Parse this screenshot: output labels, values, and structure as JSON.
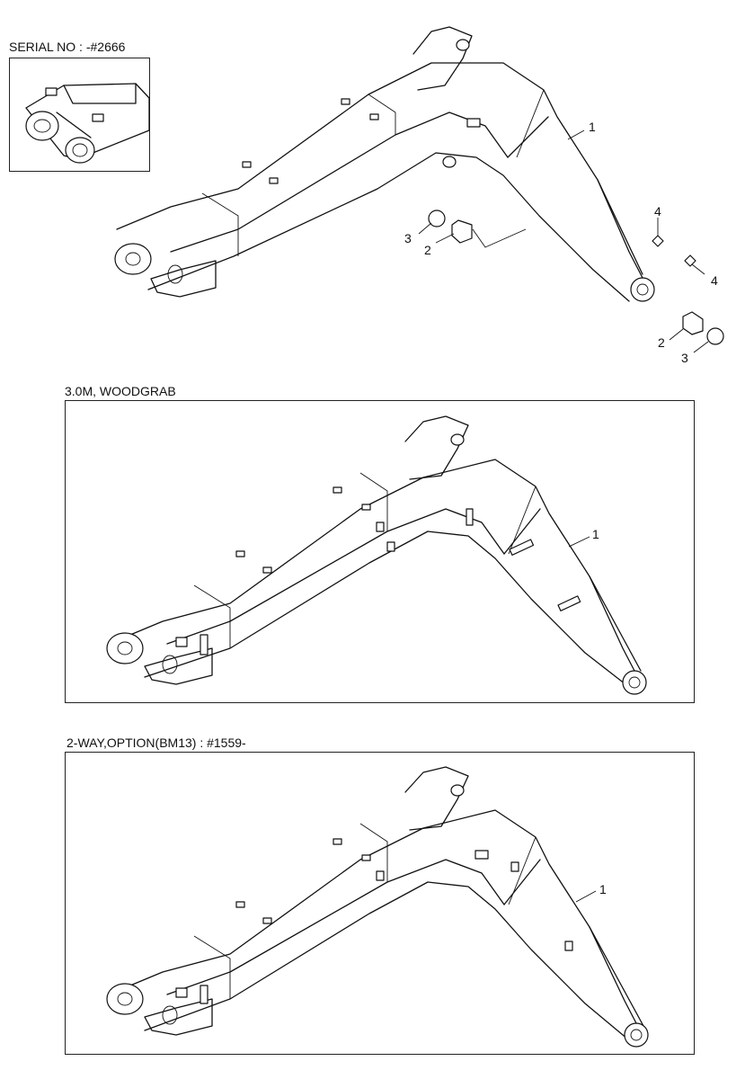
{
  "inset": {
    "caption": "SERIAL NO : -#2666"
  },
  "panels": [
    {
      "id": "main",
      "caption": "",
      "callouts": {
        "boom": "1",
        "bushing_a": "2",
        "bushing_b": "2",
        "ring_a": "3",
        "ring_b": "3",
        "nipple_a": "4",
        "nipple_b": "4"
      }
    },
    {
      "id": "woodgrab",
      "caption": "3.0M, WOODGRAB",
      "callouts": {
        "boom": "1"
      }
    },
    {
      "id": "twoway",
      "caption": "2-WAY,OPTION(BM13) : #1559-",
      "callouts": {
        "boom": "1"
      }
    }
  ]
}
